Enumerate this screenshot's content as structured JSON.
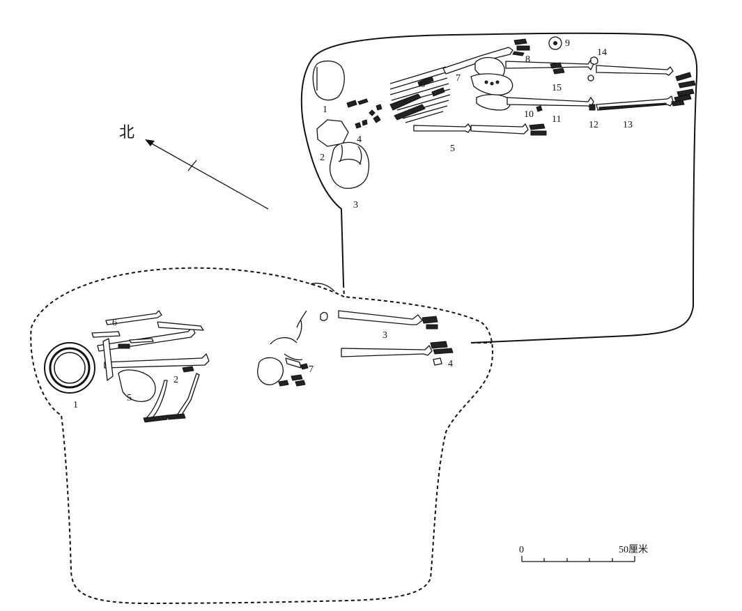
{
  "north_label": "北",
  "scale_bar": {
    "start_label": "0",
    "end_label": "50厘米"
  },
  "upper_burial": {
    "labels": [
      "1",
      "2",
      "3",
      "4",
      "5",
      "6",
      "7",
      "8",
      "9",
      "10",
      "11",
      "12",
      "13",
      "14",
      "15"
    ]
  },
  "lower_burial": {
    "labels": [
      "1",
      "2",
      "3",
      "4",
      "5",
      "6",
      "7"
    ]
  }
}
